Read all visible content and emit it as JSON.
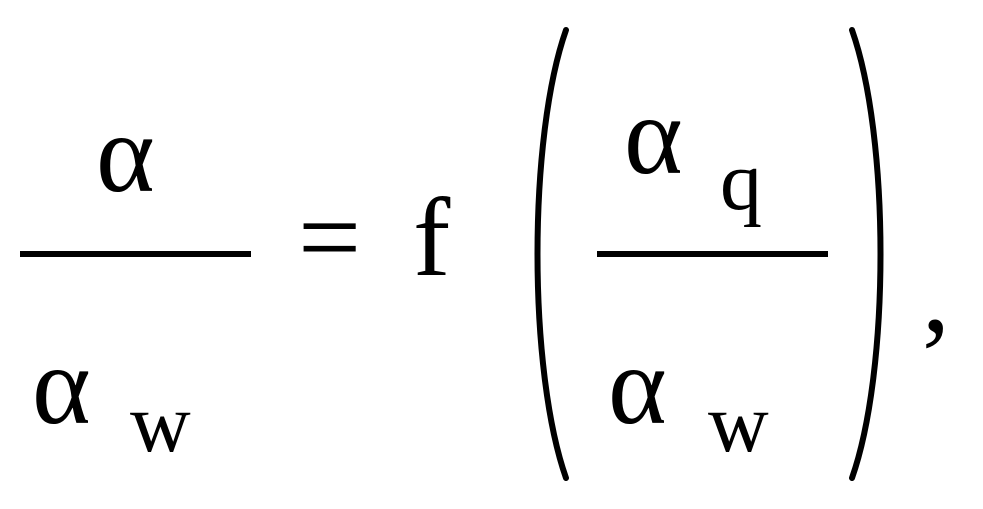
{
  "formula": {
    "lhs": {
      "numerator": "α",
      "denominator_symbol": "α",
      "denominator_subscript": "w"
    },
    "equals": "=",
    "function_name": "f",
    "rhs_fraction": {
      "numerator_symbol": "α",
      "numerator_subscript": "q",
      "denominator_symbol": "α",
      "denominator_subscript": "w"
    },
    "trailing_punctuation": ","
  }
}
